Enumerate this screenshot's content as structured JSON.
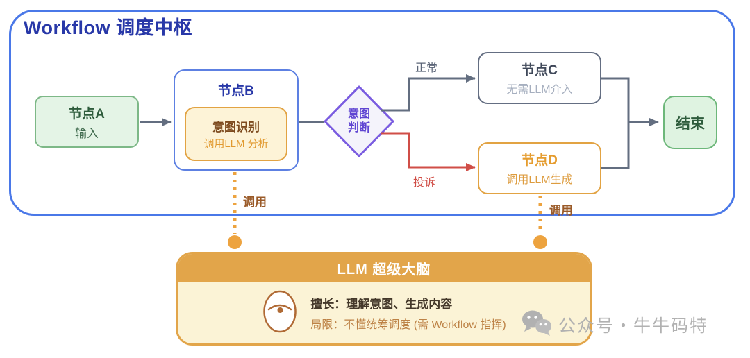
{
  "colors": {
    "container_border": "#4a78e8",
    "title_text": "#2838a8",
    "green_node_bg": "#e4f4e6",
    "green_node_border": "#7db887",
    "gray_line": "#636e80",
    "red_line": "#d04e47",
    "purple_diamond_border": "#7a5ce0",
    "orange_accent": "#e2a343",
    "dotted_call_line": "#eda33f",
    "llm_header_bg": "#e2a54a",
    "llm_body_bg": "#fbf3d6",
    "watermark_gray": "#b1b1b1"
  },
  "workflow": {
    "title": "Workflow 调度中枢",
    "node_a": {
      "title": "节点A",
      "subtitle": "输入"
    },
    "node_b": {
      "title": "节点B",
      "inner": {
        "title": "意图识别",
        "subtitle": "调用LLM 分析"
      }
    },
    "decision": {
      "line1": "意图",
      "line2": "判断"
    },
    "edges": {
      "normal": "正常",
      "complaint": "投诉"
    },
    "node_c": {
      "title": "节点C",
      "subtitle": "无需LLM介入"
    },
    "node_d": {
      "title": "节点D",
      "subtitle": "调用LLM生成"
    },
    "end": {
      "label": "结束"
    }
  },
  "calls": {
    "left": "调用",
    "right": "调用"
  },
  "llm": {
    "header": "LLM 超级大脑",
    "strength": "擅长：理解意图、生成内容",
    "limitation": "局限：不懂统筹调度 (需 Workflow 指挥)"
  },
  "watermark": {
    "text": "公众号・牛牛码特"
  }
}
